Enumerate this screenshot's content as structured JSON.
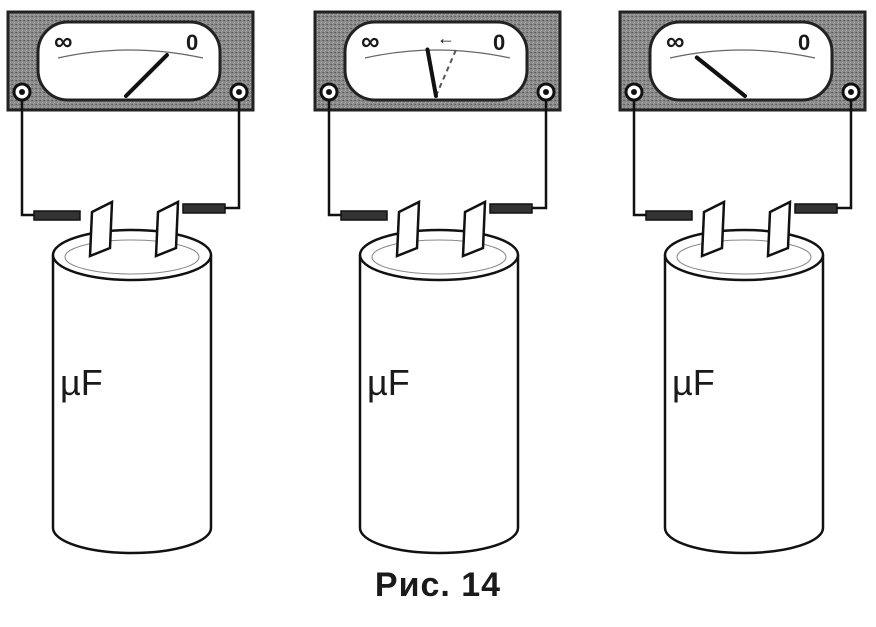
{
  "figure": {
    "caption": "Рис. 14",
    "panels": [
      {
        "scale_left": "∞",
        "scale_right": "0",
        "needle_position": 0.75,
        "capacitor_label": "µF"
      },
      {
        "scale_left": "∞",
        "scale_right": "0",
        "needle_position": 0.45,
        "needle_ghost_position": 0.65,
        "arrow_glyph": "←",
        "capacitor_label": "µF"
      },
      {
        "scale_left": "∞",
        "scale_right": "0",
        "needle_position": 0.2,
        "capacitor_label": "µF"
      }
    ]
  }
}
